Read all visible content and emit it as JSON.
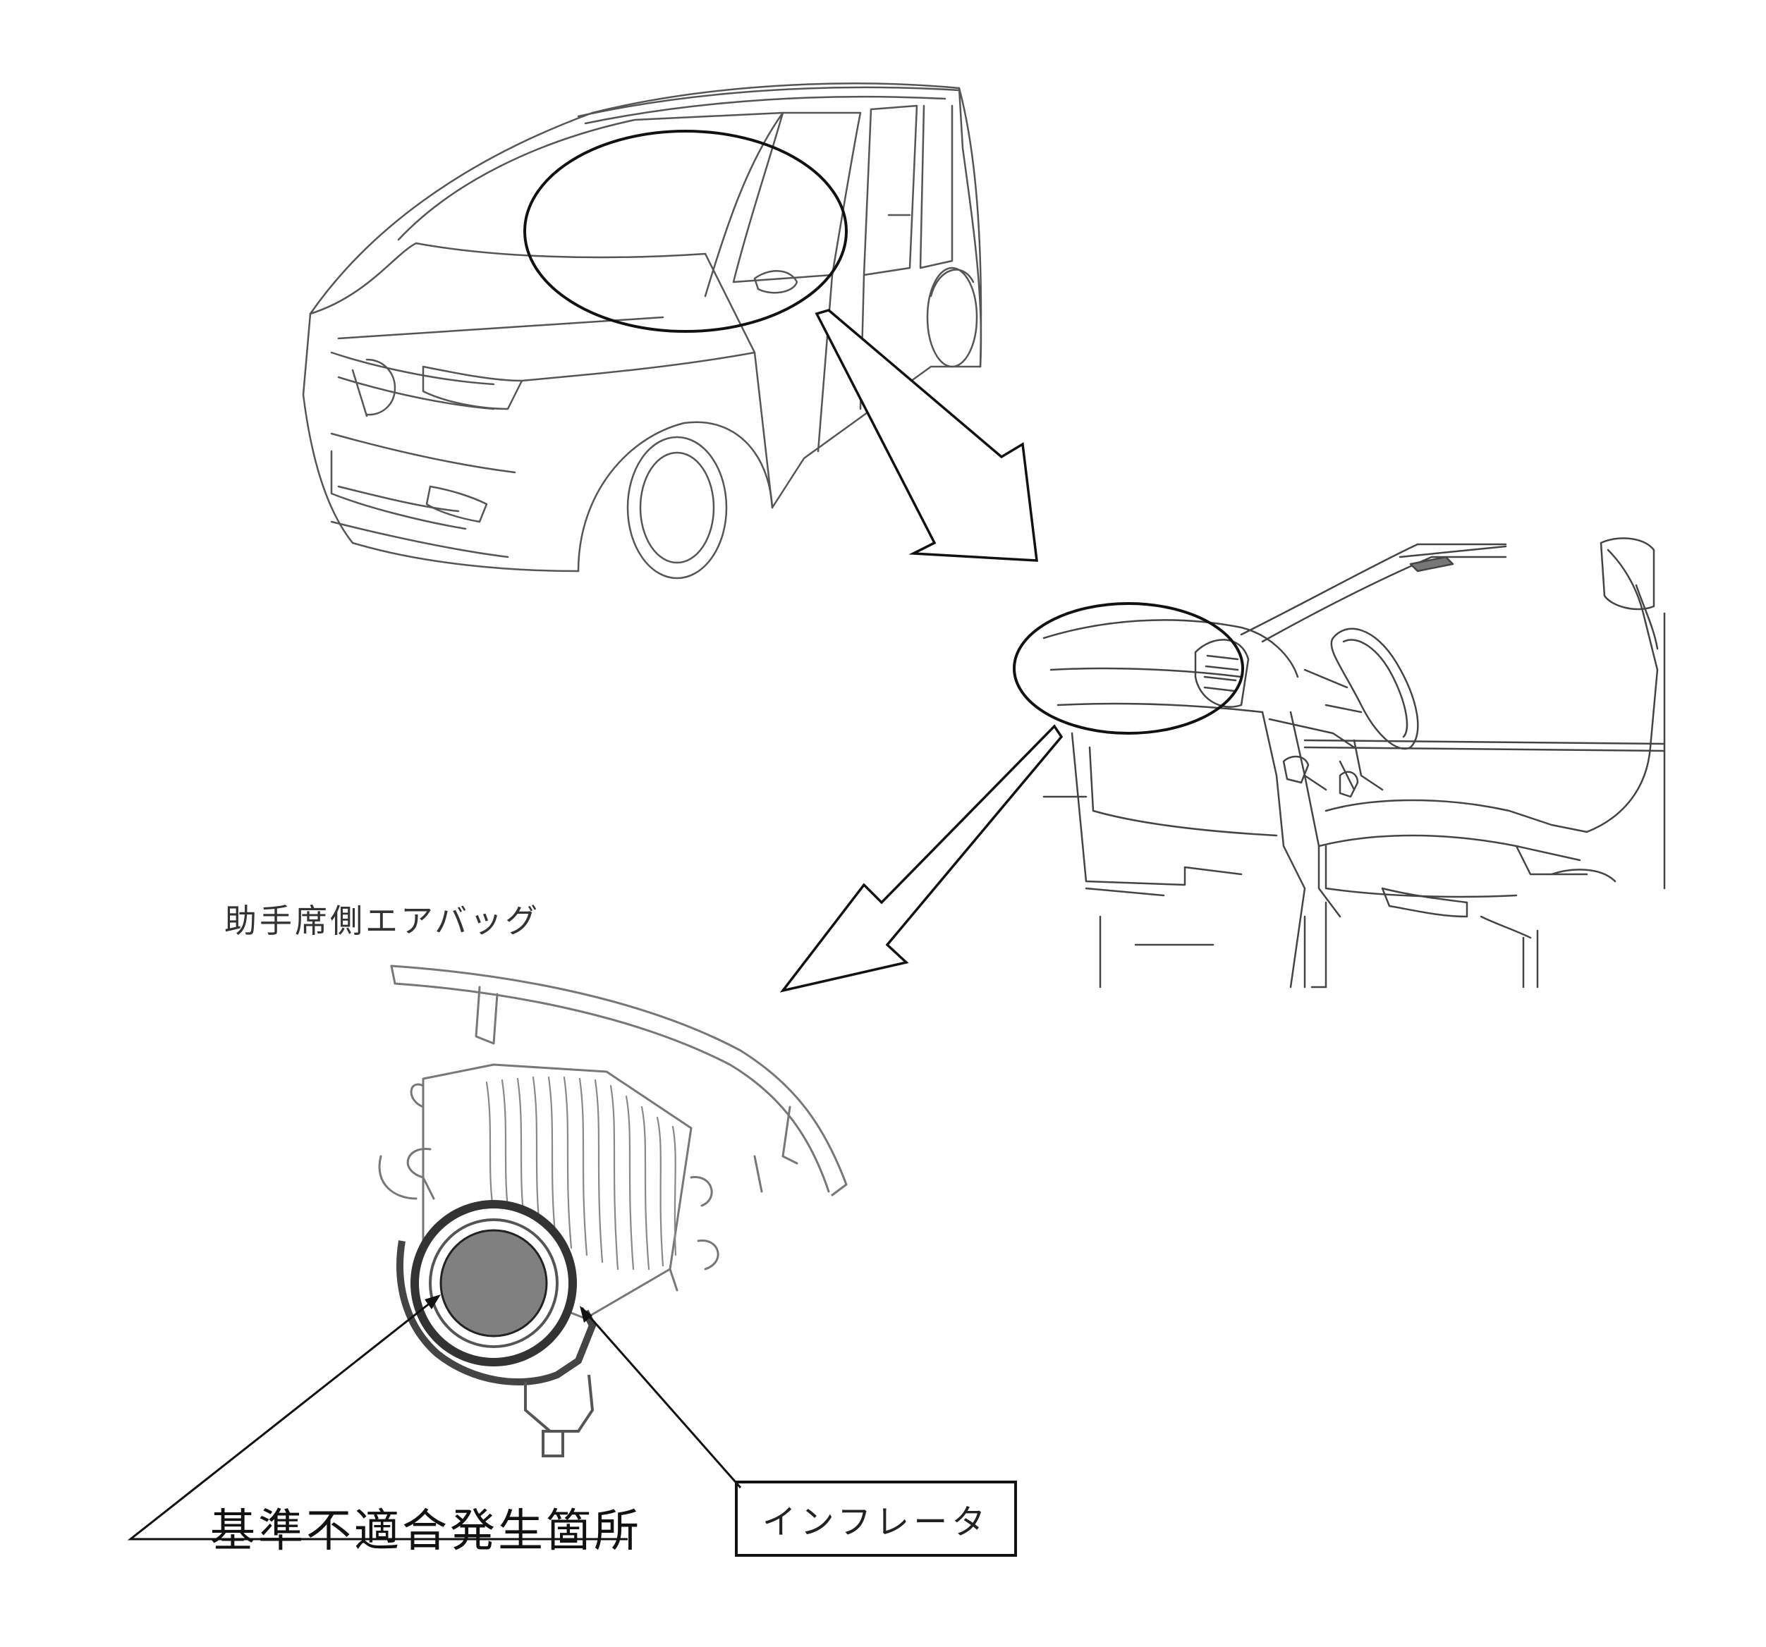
{
  "labels": {
    "airbag_title": "助手席側エアバッグ",
    "defect_location": "基準不適合発生箇所",
    "inflator": "インフレータ"
  },
  "colors": {
    "line": "#444444",
    "dark_line": "#111111",
    "inflator_fill": "#808080",
    "background": "#ffffff"
  },
  "icons": {
    "vehicle": "minivan-outline",
    "interior": "car-interior-outline",
    "airbag_module": "airbag-module-outline"
  }
}
